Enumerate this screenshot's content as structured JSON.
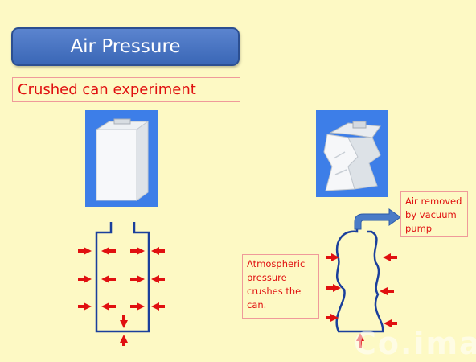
{
  "slide": {
    "title": "Air Pressure",
    "subtitle": "Crushed can experiment"
  },
  "labels": {
    "air_removed": "Air removed by vacuum pump",
    "atmospheric": "Atmospheric pressure crushes the can."
  },
  "colors": {
    "background": "#fdf9c4",
    "title_fill": "#4a76c3",
    "arrow_red": "#e01010",
    "can_outline": "#1a3f9c",
    "pump_arrow": "#4a7cc7",
    "photo_background": "#3d7ee8"
  },
  "watermark": "Co.ima"
}
